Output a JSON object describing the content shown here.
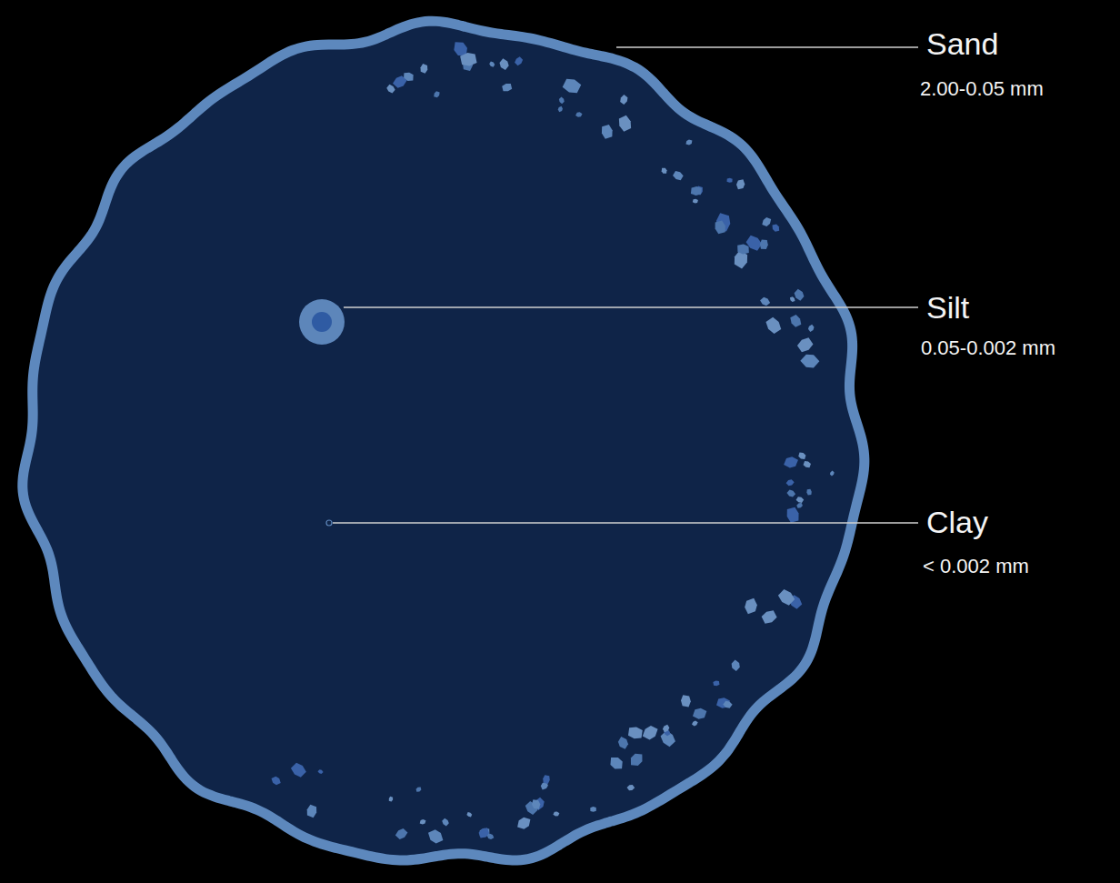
{
  "diagram": {
    "labels": [
      "Sand",
      "2.00-0.05 mm",
      "Silt",
      "0.05-0.002 mm",
      "Clay",
      "< 0.002 mm"
    ]
  }
}
